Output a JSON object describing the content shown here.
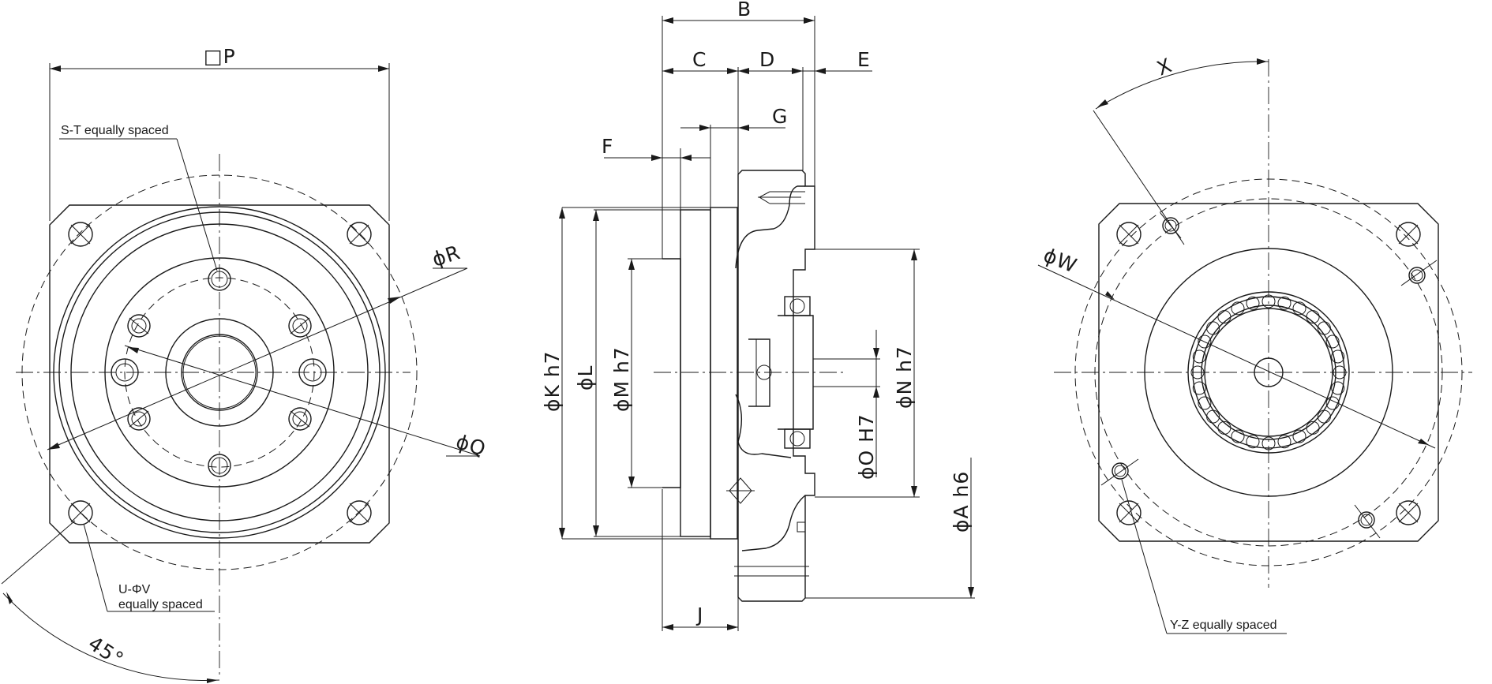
{
  "front_view": {
    "square_label": "□P",
    "dia_r": "ϕR",
    "dia_q": "ϕQ",
    "holes_inner_note": "S-T equally spaced",
    "holes_outer_note_1": "U-ΦV",
    "holes_outer_note_2": "equally spaced",
    "angle_label": "45°"
  },
  "side_view": {
    "b": "B",
    "c": "C",
    "d": "D",
    "e": "E",
    "f": "F",
    "g": "G",
    "j": "J",
    "k": "ϕK h7",
    "l": "ϕL",
    "m": "ϕM h7",
    "n": "ϕN h7",
    "o": "ϕO H7",
    "a": "ϕA h6"
  },
  "rear_view": {
    "angle_x": "X",
    "dia_w": "ϕW",
    "holes_note": "Y-Z equally spaced"
  }
}
